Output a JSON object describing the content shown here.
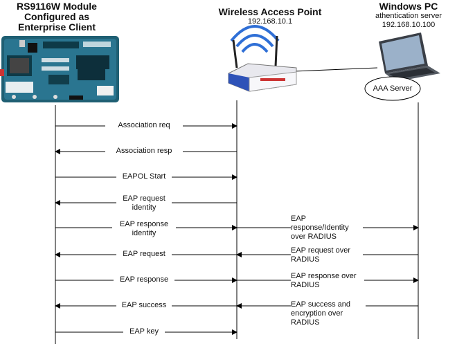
{
  "nodes": {
    "client": {
      "title_line1": "RS9116W Module",
      "title_line2": "Configured as",
      "title_line3": "Enterprise Client"
    },
    "ap": {
      "title": "Wireless Access Point",
      "ip": "192.168.10.1"
    },
    "pc": {
      "title": "Windows PC",
      "subtitle": "athentication server",
      "ip": "192.168.10.100",
      "server_label": "AAA Server"
    }
  },
  "messages": [
    {
      "label": "Association req"
    },
    {
      "label": "Association resp"
    },
    {
      "label": "EAPOL Start"
    },
    {
      "label_line1": "EAP request",
      "label_line2": "identity"
    },
    {
      "label_line1": "EAP response",
      "label_line2": "identity"
    },
    {
      "label": "EAP request"
    },
    {
      "label": "EAP response"
    },
    {
      "label": "EAP success"
    },
    {
      "label": "EAP key"
    }
  ],
  "radius_messages": [
    {
      "line1": "EAP",
      "line2": "response/Identity",
      "line3": "over RADIUS"
    },
    {
      "line1": "EAP request over",
      "line2": "RADIUS"
    },
    {
      "line1": "EAP response over",
      "line2": "RADIUS"
    },
    {
      "line1": "EAP success and",
      "line2": "encryption over",
      "line3": "RADIUS"
    }
  ]
}
